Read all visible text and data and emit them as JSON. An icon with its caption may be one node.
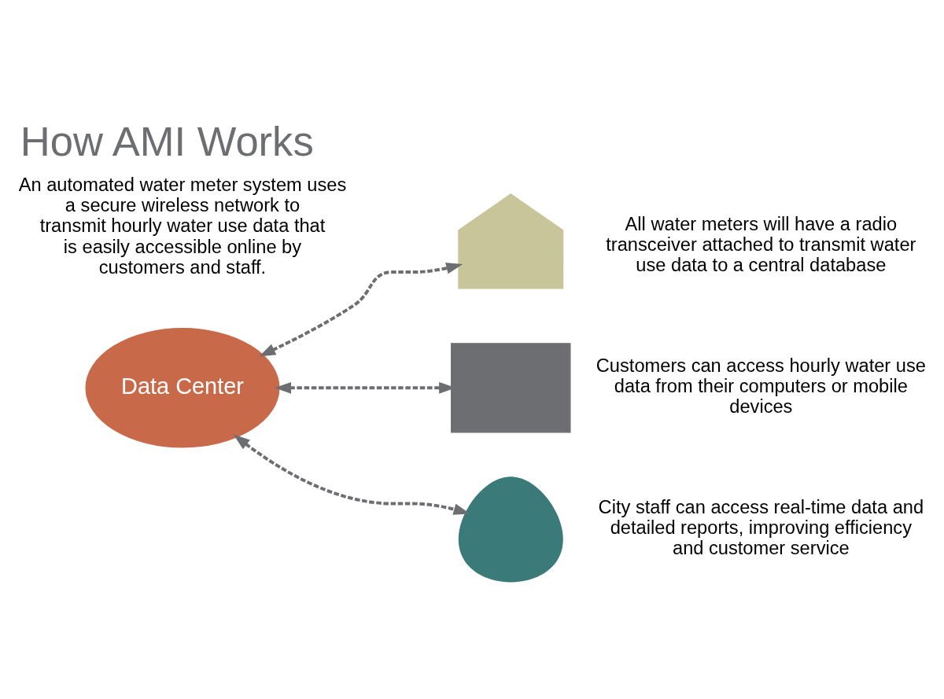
{
  "diagram": {
    "title": "How AMI Works",
    "nodes": [
      {
        "text": [
          "Data Center"
        ]
      },
      {
        "text": [],
        "shape": "house",
        "beside": [
          "All water meters will have a radio transceiver attached to transmit water use data to a central database"
        ]
      },
      {
        "text": [],
        "shape": "monitor",
        "beside": [
          "Customers can access hourly water use data from their computers or mobile devices"
        ]
      },
      {
        "text": [],
        "shape": "person",
        "beside": [
          "City staff can access real-time data and detailed reports, improving efficiency and customer service"
        ]
      }
    ],
    "edges": [
      {
        "from": 0,
        "to": 1,
        "arrow": "both",
        "style": "dashed"
      },
      {
        "from": 0,
        "to": 2,
        "arrow": "both",
        "style": "dashed"
      },
      {
        "from": 0,
        "to": 3,
        "arrow": "both",
        "style": "dashed"
      }
    ],
    "labels": [
      "An automated water meter system uses a secure wireless network to transmit hourly water use data that is easily accessible online by customers and staff."
    ]
  }
}
